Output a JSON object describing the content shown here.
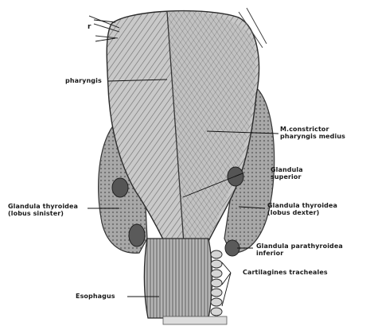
{
  "labels": {
    "pharyngis": "pharyngis",
    "constrictor_line1": "M.constrictor",
    "constrictor_line2": "pharyngis medius",
    "glandula_superior_line1": "Glandula",
    "glandula_superior_line2": "superior",
    "thyroid_sinister_line1": "Glandula thyroidea",
    "thyroid_sinister_line2": "(lobus sinister)",
    "thyroid_dexter_line1": "Glandula thyroidea",
    "thyroid_dexter_line2": "(lobus dexter)",
    "parathyroid_inferior_line1": "Glandula parathyroidea",
    "parathyroid_inferior_line2": "inferior",
    "cartilagines_tracheales": "Cartilagines tracheales",
    "esophagus": "Esophagus",
    "top_left_r": "r"
  }
}
